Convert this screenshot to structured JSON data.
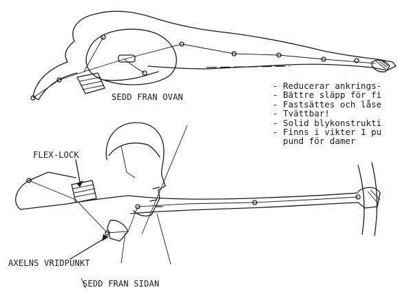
{
  "labels": {
    "top_view": "SEDD FRAN OVAN",
    "flex_lock": "FLEX-LOCK",
    "pivot": "AXELNS VRIDPUNKT",
    "side_view": "SEDD FRAN SIDAN"
  },
  "features": [
    "- Reducerar ankrings-",
    "- Bättre släpp för fi",
    "- Fastsättes och låse",
    "- Tvättbar!",
    "- Solid blykonstrukti",
    "- Finns i vikter 1 pu",
    "  pund för damer"
  ]
}
